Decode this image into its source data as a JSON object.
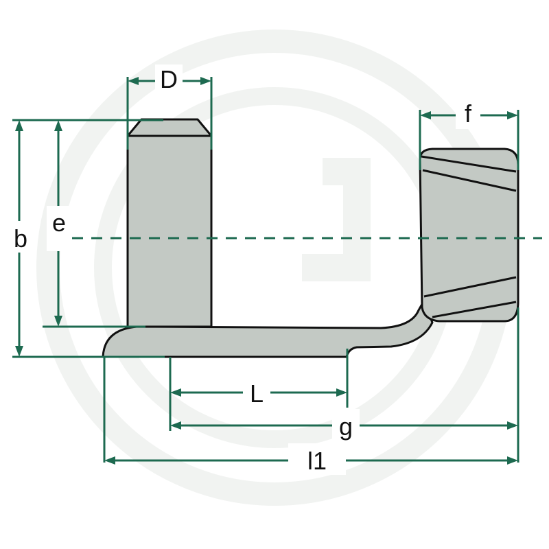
{
  "colors": {
    "dimension": "#1d6a50",
    "outline": "#111111",
    "part_fill": "#c3c9c4",
    "part_shade": "#aab1ac",
    "watermark": "#f1f3f1"
  },
  "icons": {
    "watermark": "circle-logo-watermark"
  },
  "labels": {
    "D": "D",
    "f": "f",
    "b": "b",
    "e": "e",
    "L": "L",
    "g": "g",
    "l1": "l1"
  }
}
